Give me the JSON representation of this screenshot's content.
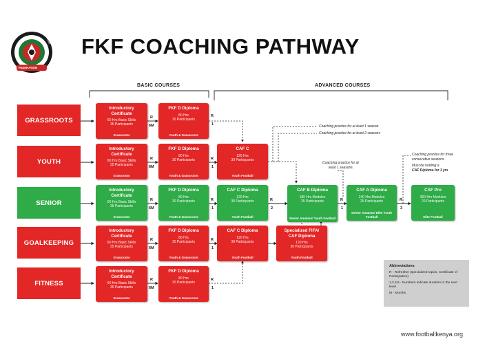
{
  "logo": {
    "ring_text_left": "FOOTBALL",
    "ring_text_right": "KENYA",
    "ring_text_bottom": "FEDERATION"
  },
  "title": "FKF COACHING PATHWAY",
  "sections": {
    "basic": "BASIC COURSES",
    "advanced": "ADVANCED COURSES"
  },
  "rows": [
    {
      "label": "GRASSROOTS",
      "color": "#e32626",
      "boxes": [
        {
          "title": [
            "Introductory",
            "Certificate"
          ],
          "details": [
            "60 Hrs Basic Skills",
            "35 Participants"
          ],
          "footer": "Grassroots",
          "color": "red"
        },
        {
          "title": [
            "FKF D Diploma"
          ],
          "details": [
            "80 Hrs",
            "30 Participants"
          ],
          "footer": "Youth & Grassroots",
          "color": "red"
        }
      ]
    },
    {
      "label": "YOUTH",
      "color": "#e32626",
      "boxes": [
        {
          "title": [
            "Introductory",
            "Certificate"
          ],
          "details": [
            "60 Hrs Basic Skills",
            "35 Participants"
          ],
          "footer": "Grassroots",
          "color": "red"
        },
        {
          "title": [
            "FKF D Diploma"
          ],
          "details": [
            "80 Hrs",
            "30 Participants"
          ],
          "footer": "Youth & Grassroots",
          "color": "red"
        },
        {
          "title": [
            "CAF C"
          ],
          "details": [
            "120 Hrs",
            "30 Participants"
          ],
          "footer": "Youth Football",
          "color": "red"
        }
      ]
    },
    {
      "label": "SENIOR",
      "color": "#2fab48",
      "boxes": [
        {
          "title": [
            "Introductory",
            "Certificate"
          ],
          "details": [
            "60 Hrs Basic Skills",
            "35 Participants"
          ],
          "footer": "Grassroots",
          "color": "green"
        },
        {
          "title": [
            "FKF D Diploma"
          ],
          "details": [
            "80 Hrs",
            "30 Participants"
          ],
          "footer": "Youth & Grassroots",
          "color": "green"
        },
        {
          "title": [
            "CAF C Diploma"
          ],
          "details": [
            "120 Hrs",
            "30 Participants"
          ],
          "footer": "Youth Football",
          "color": "green"
        },
        {
          "title": [
            "CAF B Diploma"
          ],
          "details": [
            "180 Hrs Modules",
            "25 Participants"
          ],
          "footer": "Senior Amateur/ Youth Football",
          "color": "green"
        },
        {
          "title": [
            "CAF A Diploma"
          ],
          "details": [
            "240 Hrs Modules",
            "25 Participants"
          ],
          "footer": "Senior Amateur/ Elite Youth Football",
          "color": "green"
        },
        {
          "title": [
            "CAF Pro"
          ],
          "details": [
            "360 Hrs Modules",
            "20 Participants"
          ],
          "footer": "Elite Football",
          "color": "green"
        }
      ]
    },
    {
      "label": "GOALKEEPING",
      "color": "#e32626",
      "boxes": [
        {
          "title": [
            "Introductory",
            "Certificate"
          ],
          "details": [
            "60 Hrs Basic Skills",
            "35 Participants"
          ],
          "footer": "Grassroots",
          "color": "red"
        },
        {
          "title": [
            "FKF D Diploma"
          ],
          "details": [
            "80 Hrs",
            "30 Participants"
          ],
          "footer": "Youth & Grassroots",
          "color": "red"
        },
        {
          "title": [
            "CAF C Diploma"
          ],
          "details": [
            "120 Hrs",
            "30 Participants"
          ],
          "footer": "Youth Football",
          "color": "red"
        },
        {
          "title": [
            "Specialized FIFA/",
            "CAF Diploma"
          ],
          "details": [
            "120 Hrs",
            "30 Participants"
          ],
          "footer": "Youth Football",
          "color": "red"
        }
      ]
    },
    {
      "label": "FITNESS",
      "color": "#e32626",
      "boxes": [
        {
          "title": [
            "Introductory",
            "Certificate"
          ],
          "details": [
            "60 Hrs Basic Skills",
            "35 Participants"
          ],
          "footer": "Grassroots",
          "color": "red"
        },
        {
          "title": [
            "FKF D Diploma"
          ],
          "details": [
            "80 Hrs",
            "30 Participants"
          ],
          "footer": "Youth & Grassroots",
          "color": "red"
        }
      ]
    }
  ],
  "connectors": {
    "refresher": "R",
    "six_months": "6M",
    "one": "1",
    "two": "2",
    "three": "3"
  },
  "notes": {
    "caf_c_note_1": "Coaching practice for at least 1 season",
    "caf_c_note_2": "Coaching practice for at least 2 seasons",
    "caf_b_note": [
      "Coaching practice for at",
      "least 1 seasons"
    ],
    "caf_pro_note_1": [
      "Coaching practice for three",
      "consecutive seasons."
    ],
    "caf_pro_note_2": [
      "Must be holding a",
      "CAF Diploma for 3 yrs"
    ]
  },
  "abbreviations": {
    "title": "Abbreviations",
    "items": [
      "R - Refresher (specialized topics, Certificate of Participation)",
      "1,2,3,6 - Numbers indicate duration to the next level",
      "M - Months"
    ]
  },
  "website": "www.footballkenya.org"
}
